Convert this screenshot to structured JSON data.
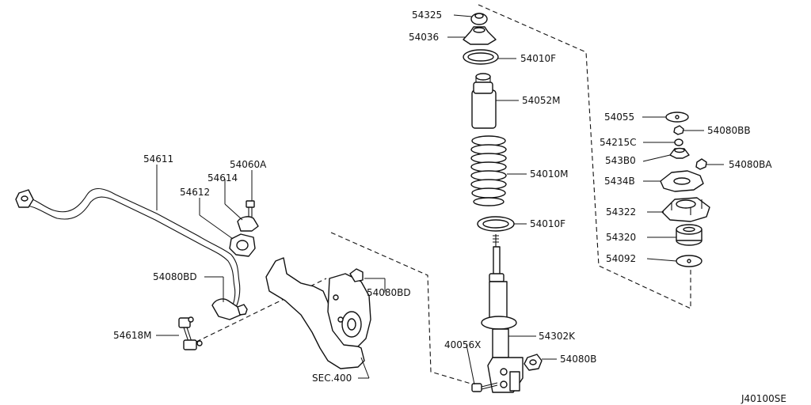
{
  "diagram_id": "J40100SE",
  "part_labels": {
    "p54325": "54325",
    "p54036": "54036",
    "p54010F_top": "54010F",
    "p54052M": "54052M",
    "p54010M": "54010M",
    "p54010F_bottom": "54010F",
    "p54302K": "54302K",
    "p40056X": "40056X",
    "p54080B": "54080B",
    "p54055": "54055",
    "p54080BB": "54080BB",
    "p54215C": "54215C",
    "p543B0": "543B0",
    "p54080BA": "54080BA",
    "p5434B": "5434B",
    "p54322": "54322",
    "p54320": "54320",
    "p54092": "54092",
    "p54611": "54611",
    "p54060A": "54060A",
    "p54614": "54614",
    "p54612": "54612",
    "p54080BD_left": "54080BD",
    "p54080BD_right": "54080BD",
    "p54618M": "54618M",
    "sec400": "SEC.400"
  }
}
